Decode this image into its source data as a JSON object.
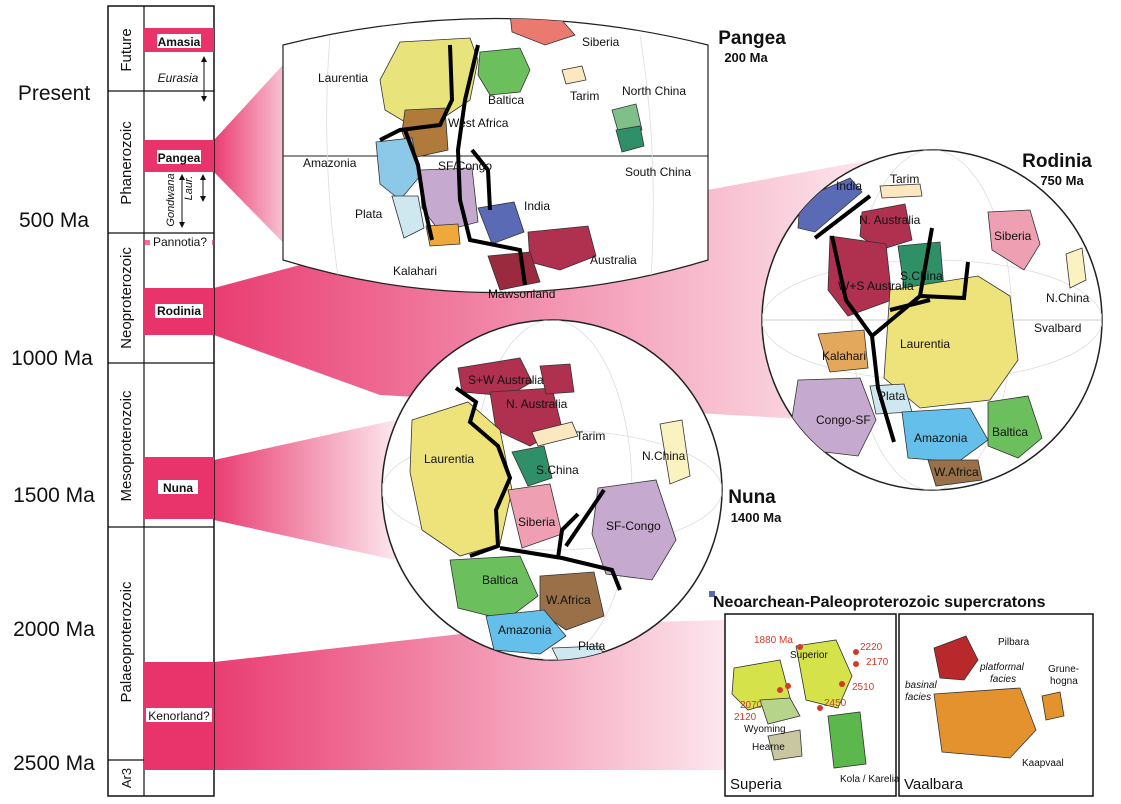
{
  "time_axis": {
    "ticks": [
      "Present",
      "500 Ma",
      "1000 Ma",
      "1500 Ma",
      "2000 Ma",
      "2500 Ma"
    ]
  },
  "eons": [
    "Future",
    "Phanerozoic",
    "Neoproterozoic",
    "Mesoproterozoic",
    "Palaeoproterozoic",
    "Ar3"
  ],
  "supercontinents": {
    "amasia": "Amasia",
    "eurasia": "Eurasia",
    "pangea": "Pangea",
    "gondwana": "Gondwana",
    "laur": "Laur.",
    "pannotia": "Pannotia?",
    "rodinia": "Rodinia",
    "nuna": "Nuna",
    "kenorland": "Kenorland?"
  },
  "maps": {
    "pangea": {
      "title": "Pangea",
      "age": "200 Ma",
      "labels": [
        "Siberia",
        "Laurentia",
        "Baltica",
        "Tarim",
        "North China",
        "West Africa",
        "Amazonia",
        "SF/Congo",
        "South China",
        "India",
        "Plata",
        "Kalahari",
        "Australia",
        "Mawsonland"
      ]
    },
    "rodinia": {
      "title": "Rodinia",
      "age": "750 Ma",
      "labels": [
        "India",
        "Tarim",
        "N. Australia",
        "Siberia",
        "W+S Australia",
        "S.China",
        "N.China",
        "Svalbard",
        "Kalahari",
        "Laurentia",
        "Plata",
        "Congo-SF",
        "Amazonia",
        "Baltica",
        "W.Africa"
      ]
    },
    "nuna": {
      "title": "Nuna",
      "age": "1400 Ma",
      "labels": [
        "S+W Australia",
        "N. Australia",
        "Tarim",
        "Laurentia",
        "S.China",
        "N.China",
        "Siberia",
        "SF-Congo",
        "Baltica",
        "W.Africa",
        "Amazonia",
        "Plata"
      ]
    }
  },
  "supercratons": {
    "title": "Neoarchean-Paleoproterozoic supercratons",
    "superia": {
      "name": "Superia",
      "labels": [
        "Superior",
        "1880 Ma",
        "2220",
        "2170",
        "2510",
        "2070",
        "2120",
        "2450",
        "Wyoming",
        "Hearne",
        "Kola / Karelia"
      ]
    },
    "vaalbara": {
      "name": "Vaalbara",
      "labels": [
        "Pilbara",
        "platformal",
        "facies",
        "basinal",
        "facies",
        "Grune-",
        "hogna",
        "Kaapvaal"
      ]
    }
  },
  "colors": {
    "band": "#e8336b",
    "laurentia": "#e8e37a",
    "baltica": "#6cbf5d",
    "siberia": "#eea0b2",
    "australia": "#b0304f",
    "amazonia": "#64c0ea",
    "congo": "#c6a9cf",
    "wafrica": "#9a7048",
    "india": "#5a6ab4",
    "schina": "#2f8f67",
    "tarim": "#fbe8c0",
    "kalahari": "#e3a85b",
    "kaapvaal": "#e4922e",
    "pilbara": "#b9282a"
  }
}
